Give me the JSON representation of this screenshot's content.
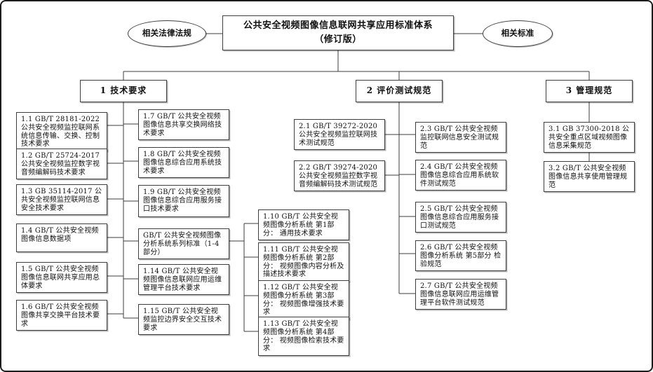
{
  "diagram": {
    "title": "公共安全视频图像信息联网共享应用标准体系",
    "subtitle": "（修订版）",
    "left_ellipse": "相关法律法规",
    "right_ellipse": "相关标准",
    "branches": [
      "1 技术要求",
      "2 评价测试规范",
      "3 管理规范"
    ]
  },
  "boxes": {
    "b1_left": [
      "1.1 GB/T 28181-2022 公共安全视频监控联网系统信息传输、交换、控制技术要求",
      "1.2 GB/T 25724-2017 公共安全视频监控数字视音频编解码技术要求",
      "1.3 GB 35114-2017 公共安全视频监控联网信息安全技术要求",
      "1.4 GB/T 公共安全视频图像信息数据项",
      "1.5 GB/T 公共安全视频图像信息联网共享应用总体要求",
      "1.6 GB/T 公共安全视频图像共享交换平台技术要求"
    ],
    "b1_mid": [
      "1.7 GB/T 公共安全视频图像信息共享交换网络技术要求",
      "1.8 GB/T 公共安全视频图像信息综合应用系统技术要求",
      "1.9 GB/T 公共安全视频图像信息综合应用服务接口技术要求",
      "GB/T 公共安全视频图像分析系统系列标准（1-4部分）",
      "1.14 GB/T 公共安全视频图像信息联网应用运维管理平台技术要求",
      "1.15 GB/T 公共安全视频监控边界安全交互技术要求"
    ],
    "b1_sub": [
      "1.10 GB/T 公共安全视频图像分析系统 第1部分： 通用技术要求",
      "1.11 GB/T 公共安全视频图像分析系统 第2部分： 视频图像内容分析及描述技术要求",
      "1.12 GB/T 公共安全视频图像分析系统 第3部分： 视频图像增强技术要求",
      "1.13 GB/T 公共安全视频图像分析系统 第4部分： 视频图像检索技术要求"
    ],
    "b2_left": [
      "2.1 GB/T 39272-2020 公共安全视频监控联网技术测试规范",
      "2.2 GB/T 39274-2020 公共安全视频监控数字视音频编解码技术测试规范"
    ],
    "b2_right": [
      "2.3 GB/T 公共安全视频监控联网信息安全测试规范",
      "2.4 GB/T 公共安全视频图像信息综合应用系统软件测试规范",
      "2.5 GB/T 公共安全视频图像信息综合应用服务接口测试规范",
      "2.6 GB/T 公共安全视频图像分析系统 第5部分 检验规范",
      "2.7 GB/T 公共安全视频图像信息联网应用运维管理平台软件测试规范"
    ],
    "b3": [
      "3.1 GB 37300-2018 公共安全重点区域视频图像信息采集规范",
      "3.2 GB/T 公共安全视频图像信息共享使用管理规范"
    ]
  }
}
